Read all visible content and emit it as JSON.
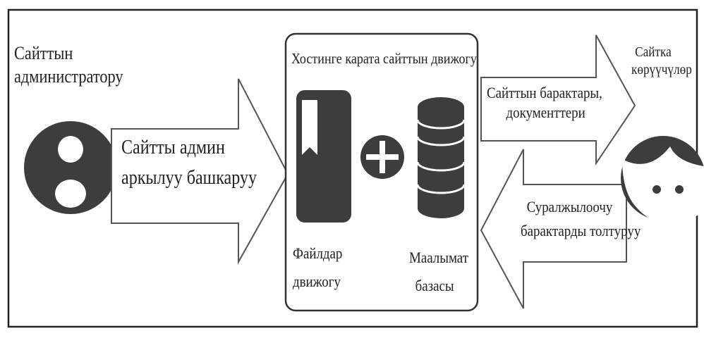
{
  "admin": {
    "label_line1": "Сайттын",
    "label_line2": "администратору"
  },
  "admin_arrow": {
    "line1": "Сайтты админ",
    "line2": "аркылуу башкаруу"
  },
  "engine_box": {
    "title": "Хостинге карата сайттын движогу",
    "files_line1": "Файлдар",
    "files_line2": "движогу",
    "db_line1": "Маалымат",
    "db_line2": "базасы"
  },
  "pages_arrow": {
    "line1": "Сайттын барактары,",
    "line2": "документтери"
  },
  "request_arrow": {
    "line1": "Суралжылоочу",
    "line2": "барактарды толтуруу"
  },
  "visitor": {
    "label_line1": "Сайтка",
    "label_line2": "көрүүчүлөр"
  },
  "colors": {
    "dark": "#3d3d3d",
    "frame": "#222222",
    "outline": "#555555"
  }
}
